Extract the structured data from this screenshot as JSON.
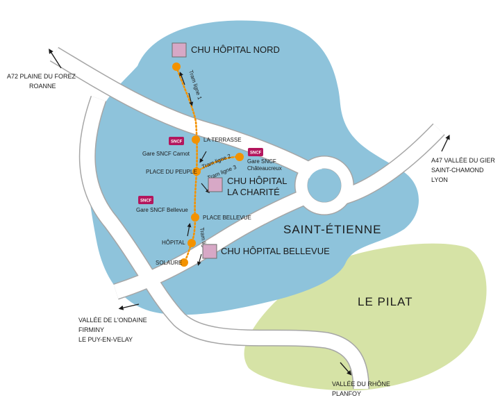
{
  "colors": {
    "city_area": "#8ec3db",
    "pilat_area": "#d6e3a6",
    "road_fill": "#ffffff",
    "road_edge": "#a6a6a6",
    "tram": "#f39200",
    "hospital": "#d7a8c6",
    "city_label": "#1d6e93",
    "pilat_label": "#6e8a2e",
    "sncf": "#b3165d"
  },
  "city": {
    "name": "SAINT-ÉTIENNE"
  },
  "region": {
    "name": "LE PILAT"
  },
  "destinations": {
    "a72": {
      "line1": "A72 PLAINE DU FOREZ",
      "line2": "ROANNE"
    },
    "a47": {
      "line1": "A47 VALLÉE DU GIER",
      "line2": "SAINT-CHAMOND",
      "line3": "LYON"
    },
    "ondaine": {
      "line1": "VALLÉE DE L'ONDAINE",
      "line2": "FIRMINY",
      "line3": "LE PUY-EN-VELAY"
    },
    "rhone": {
      "line1": "VALLÉE DU RHÔNE",
      "line2": "PLANFOY"
    }
  },
  "hospitals": {
    "nord": {
      "name": "CHU HÔPITAL NORD"
    },
    "charite": {
      "line1": "CHU HÔPITAL",
      "line2": "LA CHARITÉ"
    },
    "bellevue": {
      "name": "CHU HÔPITAL BELLEVUE"
    }
  },
  "stations": {
    "carnot": {
      "logo": "SNCF",
      "label": "Gare SNCF Carnot"
    },
    "chateaucreux": {
      "logo": "SNCF",
      "line1": "Gare SNCF",
      "line2": "Châteaucreux"
    },
    "bellevue": {
      "logo": "SNCF",
      "label": "Gare SNCF Bellevue"
    }
  },
  "tram_stops": {
    "terrasse": "LA TERRASSE",
    "place_peuple": "PLACE DU PEUPLE",
    "place_bellevue": "PLACE BELLEVUE",
    "hopital": "HÔPITAL",
    "solaure": "SOLAURE"
  },
  "tram_lines": {
    "line1_north": "Tram ligne 1",
    "line1_south": "Tram ligne 1",
    "line2": "Tram ligne 2",
    "line3": "Tram ligne 3"
  }
}
